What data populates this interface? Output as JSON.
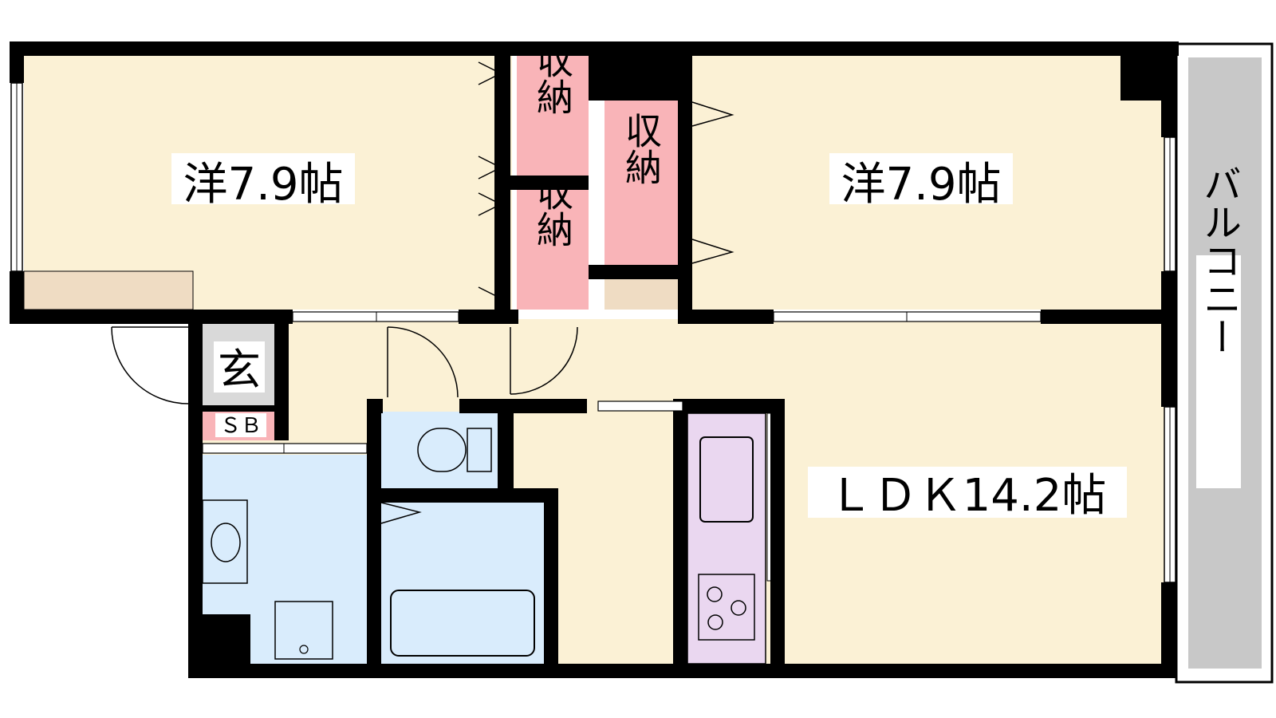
{
  "floorplan": {
    "rooms": {
      "western_room_left": "洋7.9帖",
      "western_room_right": "洋7.9帖",
      "ldk": "ＬＤＫ14.2帖",
      "entrance": "玄",
      "shoe_box": "ＳＢ",
      "storage_1": "収納",
      "storage_2": "収納",
      "storage_3": "収納",
      "balcony": "バルコニー"
    },
    "colors": {
      "room_floor": "#fbf1d5",
      "wall": "#000000",
      "storage": "#f9b4b8",
      "wet_area": "#d9ecfc",
      "kitchen": "#ead7f0",
      "entrance": "#d9d9d9",
      "balcony": "#c8c8c8",
      "floor_strip": "#efdcc3"
    }
  }
}
